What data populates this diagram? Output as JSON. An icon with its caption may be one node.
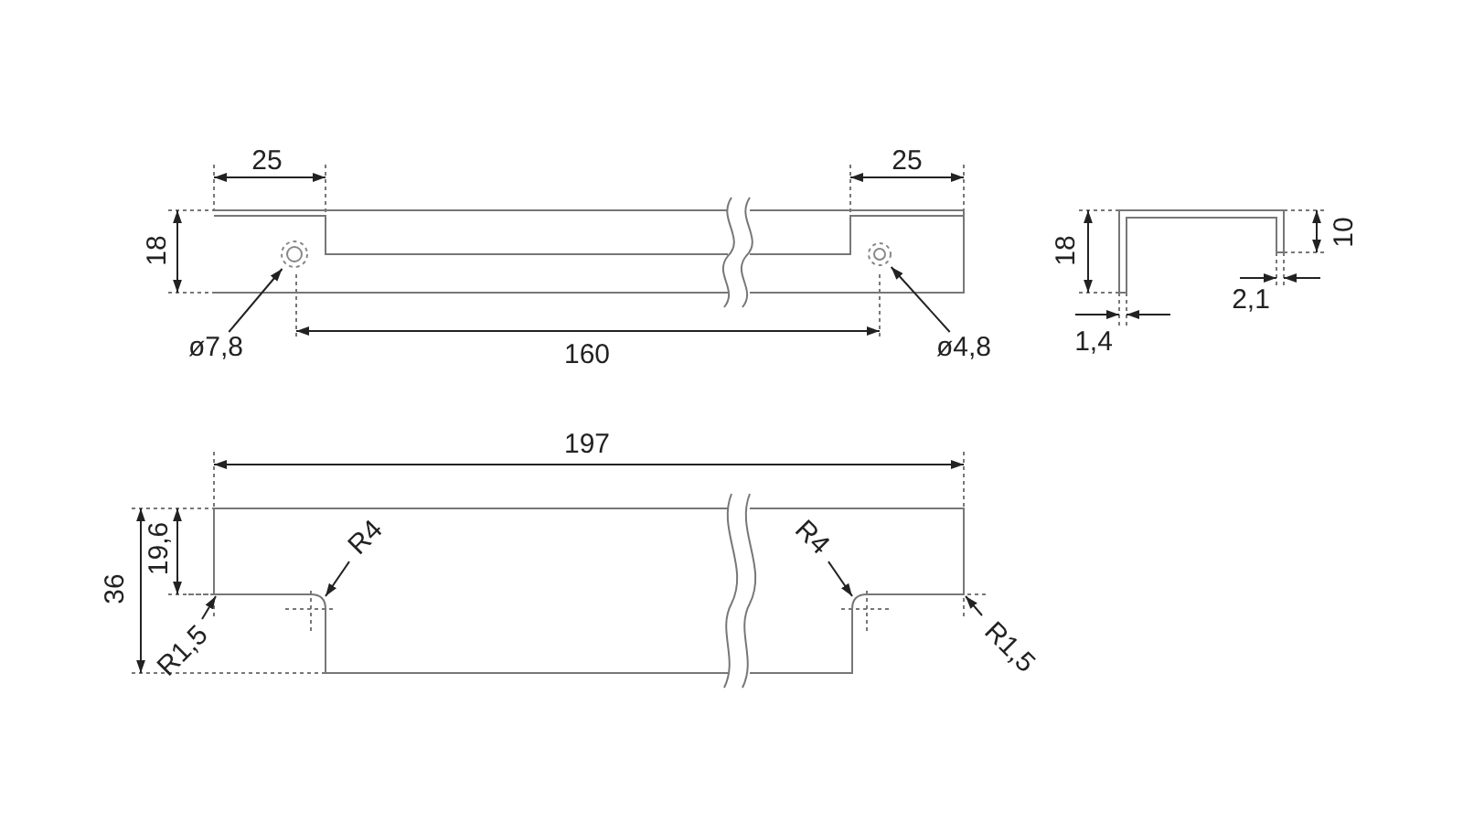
{
  "diagram": {
    "nodes": [
      {
        "text": [
          "ø7,8"
        ]
      },
      {
        "text": [],
        "shape": "circle"
      },
      {
        "text": [
          "ø4,8"
        ]
      },
      {
        "text": [],
        "shape": "circle"
      },
      {
        "text": [
          "R4"
        ]
      },
      {
        "text": [
          "R1,5"
        ]
      },
      {
        "text": [
          "R4"
        ]
      },
      {
        "text": [
          "R1,5"
        ]
      }
    ],
    "edges": [
      {
        "from": 0,
        "to": 1,
        "arrow": "to"
      },
      {
        "from": 2,
        "to": 3,
        "arrow": "to"
      },
      {
        "from": 4,
        "to": null,
        "arrow": "to"
      },
      {
        "from": 5,
        "to": null,
        "arrow": "to"
      },
      {
        "from": 6,
        "to": null,
        "arrow": "to"
      },
      {
        "from": 7,
        "to": null,
        "arrow": "to"
      }
    ],
    "labels": [
      "25",
      "25",
      "18",
      "160",
      "18",
      "10",
      "2,1",
      "1,4",
      "197",
      "36",
      "19,6"
    ]
  }
}
